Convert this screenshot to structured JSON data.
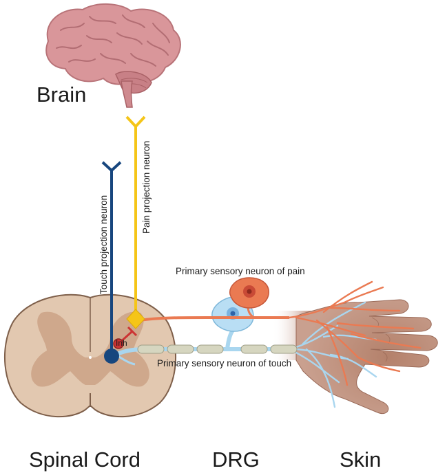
{
  "labels": {
    "brain": "Brain",
    "spinal_cord": "Spinal Cord",
    "drg": "DRG",
    "skin": "Skin",
    "touch_projection": "Touch projection neuron",
    "pain_projection": "Pain projection  neuron",
    "pain_primary": "Primary sensory neuron of pain",
    "touch_primary": "Primary sensory neuron of touch",
    "inh": "Inh"
  },
  "colors": {
    "pain_projection": "#f5c518",
    "touch_projection": "#17467e",
    "pain_fiber": "#ea7a52",
    "touch_fiber": "#a9d6ef",
    "inhibitory": "#cc3333",
    "spinal_cord": "#e2c8b0",
    "brain": "#d9969a",
    "skin": "#b88672"
  }
}
